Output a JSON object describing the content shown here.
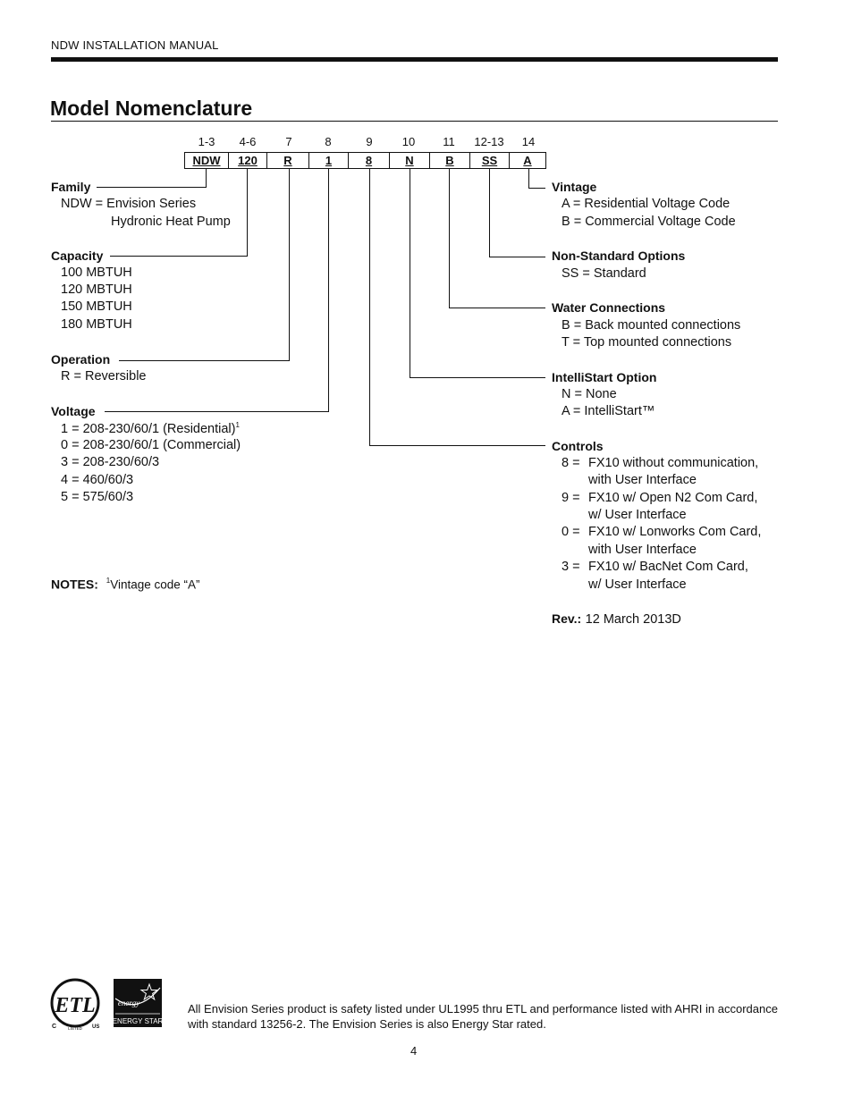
{
  "header": {
    "manual_title": "NDW INSTALLATION MANUAL"
  },
  "page_title": "Model Nomenclature",
  "positions": [
    "1-3",
    "4-6",
    "7",
    "8",
    "9",
    "10",
    "11",
    "12-13",
    "14"
  ],
  "codes": [
    "NDW",
    "120",
    "R",
    "1",
    "8",
    "N",
    "B",
    "SS",
    "A"
  ],
  "left_sections": {
    "family": {
      "title": "Family",
      "items": [
        "NDW = Envision Series",
        "Hydronic Heat Pump"
      ]
    },
    "capacity": {
      "title": "Capacity",
      "items": [
        "100 MBTUH",
        "120 MBTUH",
        "150 MBTUH",
        "180 MBTUH"
      ]
    },
    "operation": {
      "title": "Operation",
      "items": [
        "R = Reversible"
      ]
    },
    "voltage": {
      "title": "Voltage",
      "items": [
        "1  = 208-230/60/1 (Residential)",
        "0 = 208-230/60/1 (Commercial)",
        "3 = 208-230/60/3",
        "4 = 460/60/3",
        "5 = 575/60/3"
      ],
      "footnote_mark": "1"
    }
  },
  "right_sections": {
    "vintage": {
      "title": "Vintage",
      "items": [
        "A = Residential Voltage Code",
        "B = Commercial Voltage Code"
      ]
    },
    "non_standard": {
      "title": "Non-Standard Options",
      "items": [
        "SS = Standard"
      ]
    },
    "water": {
      "title": "Water Connections",
      "items": [
        "B = Back mounted connections",
        "T =  Top mounted connections"
      ]
    },
    "intellistart": {
      "title": "IntelliStart Option",
      "items": [
        "N = None",
        "A = IntelliStart™"
      ]
    },
    "controls": {
      "title": "Controls",
      "entries": [
        {
          "code": "8 =",
          "line1": "FX10 without communication,",
          "line2": "with User Interface"
        },
        {
          "code": "9 =",
          "line1": "FX10 w/ Open N2 Com Card,",
          "line2": "w/ User Interface"
        },
        {
          "code": "0 =",
          "line1": "FX10 w/ Lonworks Com Card,",
          "line2": "with User Interface"
        },
        {
          "code": "3 =",
          "line1": "FX10 w/ BacNet Com Card,",
          "line2": "w/ User Interface"
        }
      ]
    }
  },
  "notes": {
    "label": "NOTES:",
    "mark": "1",
    "text": "Vintage code “A”"
  },
  "revision": {
    "label": "Rev.:",
    "value": "12 March 2013D"
  },
  "footer": {
    "etl_logo": {
      "letters": "ETL",
      "c": "C",
      "us": "US",
      "listed": "LISTED"
    },
    "energy_star_logo": {
      "text": "ENERGY STAR",
      "script": "energy"
    },
    "text": "All Envision Series product is safety listed under UL1995 thru ETL and performance listed with AHRI in accordance with standard 13256-2. The Envision Series is also Energy Star rated.",
    "page_number": "4"
  }
}
